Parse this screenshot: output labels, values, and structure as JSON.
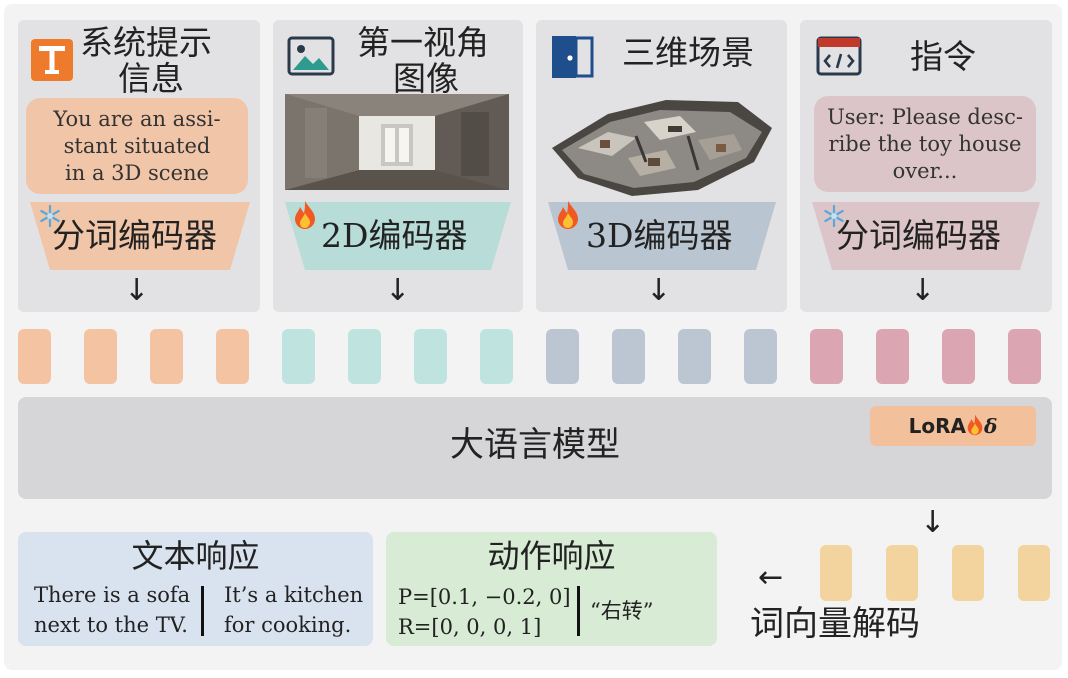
{
  "colors": {
    "text_encoder_bg": "#f0c5a8",
    "encoder_2d_bg": "#b8dcd8",
    "encoder_3d_bg": "#b9c5d1",
    "instruction_encoder_bg": "#dcc5c8",
    "token_text": "#f3c3a2",
    "token_2d": "#bfe3df",
    "token_3d": "#bcc6d2",
    "token_instr": "#dba6b1",
    "token_output": "#f4d49e",
    "text_response_bg": "#d9e2ef",
    "action_response_bg": "#d7ebd5",
    "lora_bg": "#f2c09a"
  },
  "panels": {
    "system": {
      "title_line1": "系统提示",
      "title_line2": "信息",
      "icon": "text-t-icon",
      "bubble_lines": [
        "You are an assi-",
        "stant situated",
        "in a 3D scene"
      ],
      "encoder_label": "分词编码器",
      "encoder_state_icon": "snowflake-icon"
    },
    "egocentric": {
      "title_line1": "第一视角",
      "title_line2": "图像",
      "icon": "image-icon",
      "encoder_label": "2D编码器",
      "encoder_state_icon": "fire-icon"
    },
    "scene3d": {
      "title": "三维场景",
      "icon": "door-icon",
      "encoder_label": "3D编码器",
      "encoder_state_icon": "fire-icon"
    },
    "instruction": {
      "title": "指令",
      "icon": "code-window-icon",
      "bubble_lines": [
        "User: Please desc-",
        "ribe the toy house",
        "over..."
      ],
      "encoder_label": "分词编码器",
      "encoder_state_icon": "snowflake-icon"
    }
  },
  "llm": {
    "label": "大语言模型",
    "lora_label": "LoRA",
    "lora_delta": "δ"
  },
  "text_response": {
    "title": "文本响应",
    "left_lines": [
      "There is a sofa",
      "next to the TV."
    ],
    "right_lines": [
      "It’s a kitchen",
      "for cooking."
    ]
  },
  "action_response": {
    "title": "动作响应",
    "left_lines": [
      "P=[0.1, −0.2, 0]",
      "R=[0, 0, 0, 1]"
    ],
    "right_text": "“右转”"
  },
  "decoder_label": "词向量解码",
  "arrows": {
    "down": "↓",
    "left": "←"
  }
}
